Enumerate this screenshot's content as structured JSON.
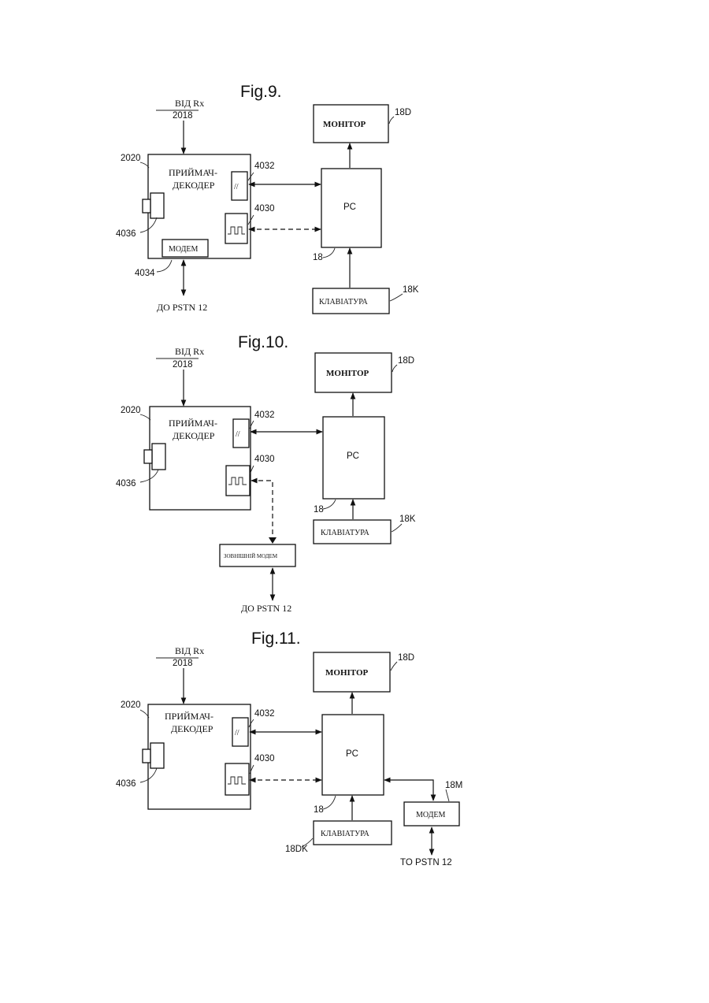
{
  "fig9": {
    "title": "Fig.9.",
    "input_label": "ВІД Rx",
    "input_ref": "2018",
    "decoder_ref": "2020",
    "decoder_label_1": "ПРИЙМАЧ-",
    "decoder_label_2": "ДЕКОДЕР",
    "parallel_ref": "4032",
    "serial_ref": "4030",
    "card_ref": "4036",
    "modem_ref": "4034",
    "modem_label": "МОДЕМ",
    "pstn_label": "ДО PSTN 12",
    "pc_label": "PC",
    "pc_ref": "18",
    "monitor_label": "МОНІТОР",
    "monitor_ref": "18D",
    "keyboard_label": "КЛАВІАТУРА",
    "keyboard_ref": "18K"
  },
  "fig10": {
    "title": "Fig.10.",
    "input_label": "ВІД Rx",
    "input_ref": "2018",
    "decoder_ref": "2020",
    "decoder_label_1": "ПРИЙМАЧ-",
    "decoder_label_2": "ДЕКОДЕР",
    "parallel_ref": "4032",
    "serial_ref": "4030",
    "card_ref": "4036",
    "ext_modem_label": "ЗОВНІШНІЙ МОДЕМ",
    "pstn_label": "ДО PSTN 12",
    "pc_label": "PC",
    "pc_ref": "18",
    "monitor_label": "МОНІТОР",
    "monitor_ref": "18D",
    "keyboard_label": "КЛАВІАТУРА",
    "keyboard_ref": "18K"
  },
  "fig11": {
    "title": "Fig.11.",
    "input_label": "ВІД Rx",
    "input_ref": "2018",
    "decoder_ref": "2020",
    "decoder_label_1": "ПРИЙМАЧ-",
    "decoder_label_2": "ДЕКОДЕР",
    "parallel_ref": "4032",
    "serial_ref": "4030",
    "card_ref": "4036",
    "pc_label": "PC",
    "pc_ref": "18",
    "monitor_label": "МОНІТОР",
    "monitor_ref": "18D",
    "keyboard_label": "КЛАВІАТУРА",
    "keyboard_ref": "18DK",
    "modem_label": "МОДЕМ",
    "modem_ref": "18M",
    "pstn_label": "TO PSTN 12"
  }
}
